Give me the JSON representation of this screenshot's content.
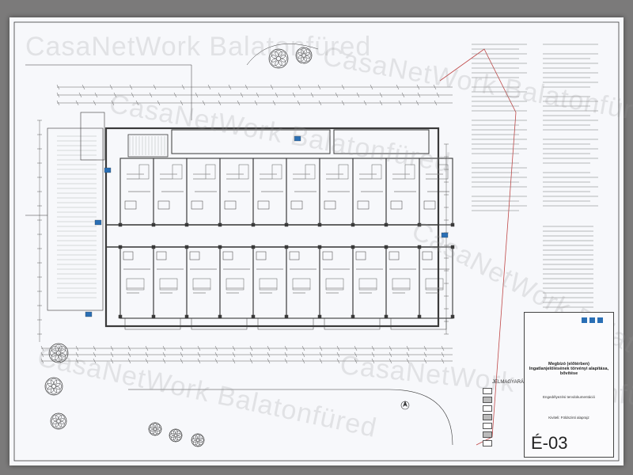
{
  "watermark": {
    "text": "CasaNetWork Balatonfüred"
  },
  "legend": {
    "title": "JELMAGYARÁZAT",
    "items": [
      "",
      "",
      "",
      "",
      "",
      "",
      ""
    ]
  },
  "notes": {
    "columns": [
      "",
      "",
      ""
    ]
  },
  "title_block": {
    "project_title": "Megbízó (előtérben) Ingatlanjelölésének törvényi alapítása, bővítése",
    "sheet_name": "Engedélyezési tervdokumentáció",
    "drawing_name": "Kiviteli: Földszinti alaprajz",
    "code": "É-03",
    "rows": [
      "",
      "",
      "",
      ""
    ]
  },
  "colors": {
    "paper": "#f7f8fb",
    "line": "#3a3a3a",
    "accent": "#2a6fb5",
    "hatch": "#8a8a8a",
    "boundary": "#c04848"
  }
}
